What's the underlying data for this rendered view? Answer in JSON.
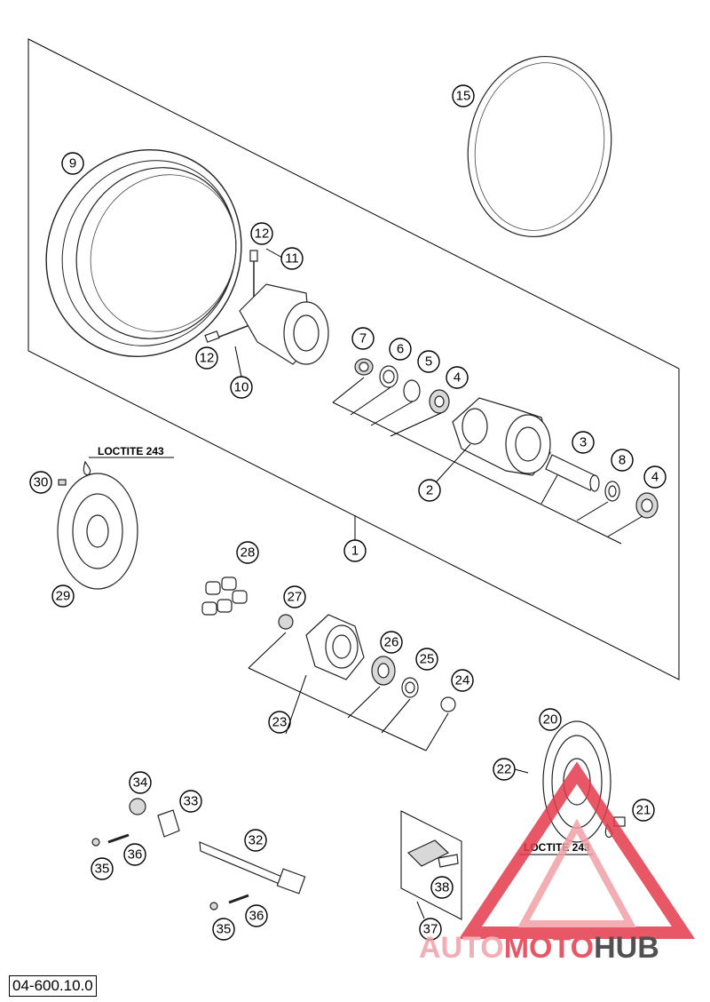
{
  "diagram": {
    "part_number": "04-600.10.0",
    "loctite_label": "LOCTITE 243",
    "callouts": [
      "1",
      "2",
      "3",
      "4",
      "5",
      "6",
      "7",
      "8",
      "9",
      "10",
      "11",
      "12",
      "15",
      "20",
      "21",
      "22",
      "23",
      "24",
      "25",
      "26",
      "27",
      "28",
      "29",
      "30",
      "32",
      "33",
      "34",
      "35",
      "36",
      "37",
      "38"
    ]
  },
  "watermark": {
    "part1": "AUTO",
    "part2": "MOTO",
    "part3": "HUB",
    "colors": {
      "light": "#f2a0a8",
      "accent": "#e43a4c",
      "dark": "#333333"
    }
  }
}
